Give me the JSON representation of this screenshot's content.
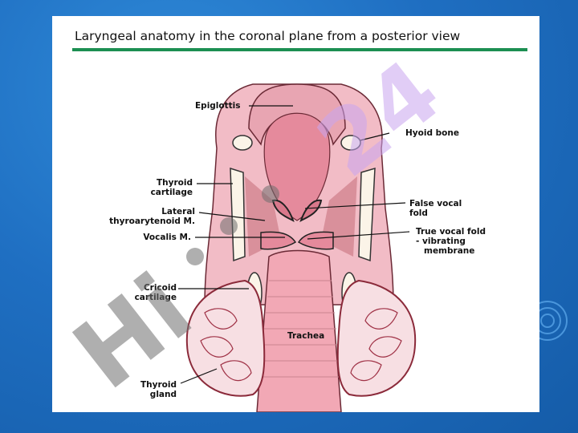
{
  "title": "Laryngeal anatomy in the coronal plane from a posterior view",
  "labels": {
    "epiglottis": "Epiglottis",
    "hyoid_bone": "Hyoid bone",
    "thyroid_cartilage_1": "Thyroid",
    "thyroid_cartilage_2": "cartilage",
    "lateral_thyroarytenoid_1": "Lateral",
    "lateral_thyroarytenoid_2": "thyroarytenoid M.",
    "vocalis": "Vocalis M.",
    "false_vocal_fold_1": "False vocal",
    "false_vocal_fold_2": "fold",
    "true_vocal_fold_1": "True vocal fold",
    "true_vocal_fold_2": "- vibrating",
    "true_vocal_fold_3": "membrane",
    "cricoid_1": "Cricoid",
    "cricoid_2": "cartilage",
    "trachea": "Trachea",
    "thyroid_gland_1": "Thyroid",
    "thyroid_gland_2": "gland"
  },
  "watermark": {
    "text_left": "Hi",
    "text_right": "24",
    "color_left": "#6e6e6e",
    "color_right": "#c9a6f0"
  },
  "colors": {
    "background": "#1f6fc2",
    "rule": "#1c8f52",
    "tissue_pink": "#f2bcc6",
    "mucosa": "#e58a9c",
    "gland": "#f7dfe3",
    "muscle": "#c56b78"
  }
}
